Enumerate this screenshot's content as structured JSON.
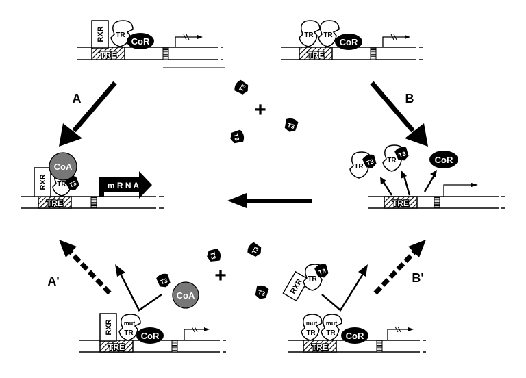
{
  "labels": {
    "rxr": "RXR",
    "tr": "TR",
    "cor": "CoR",
    "coa": "CoA",
    "tre": "TRE",
    "t3": "T3",
    "mut": "mut",
    "mrna": "m R N A",
    "plus": "+"
  },
  "pathways": {
    "a": "A",
    "b": "B",
    "a_prime": "A'",
    "b_prime": "B'"
  },
  "colors": {
    "ink": "#000000",
    "paper": "#ffffff",
    "coa_fill": "#777777"
  }
}
